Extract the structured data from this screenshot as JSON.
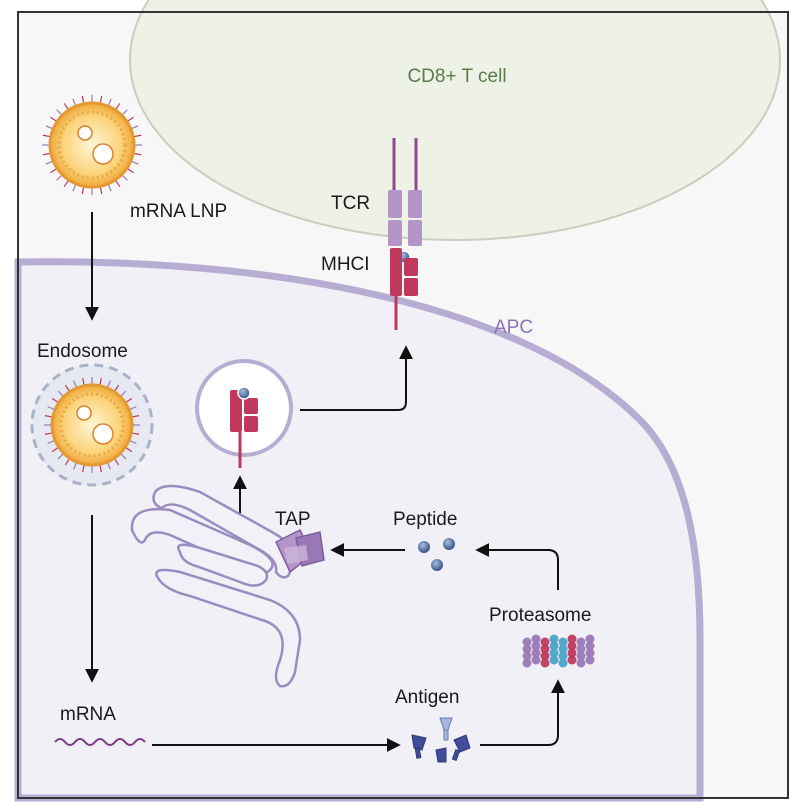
{
  "labels": {
    "tcell": "CD8+ T cell",
    "apc": "APC",
    "mrna_lnp": "mRNA LNP",
    "endosome": "Endosome",
    "mrna": "mRNA",
    "tcr": "TCR",
    "mhci": "MHCI",
    "tap": "TAP",
    "peptide": "Peptide",
    "proteasome": "Proteasome",
    "antigen": "Antigen"
  },
  "colors": {
    "frame": "#333333",
    "tcell_fill": "#eef1e6",
    "tcell_stroke": "#c9cfbd",
    "tcell_text": "#5c7a4c",
    "apc_fill": "#f1f0f6",
    "apc_stroke": "#b7acd2",
    "apc_text": "#8f70b8",
    "tcr": "#b594c8",
    "mhc": "#c0395c",
    "peptide": "#3e5b90",
    "lnp_core": "#f3b23c",
    "lnp_lipid": "#d9832b",
    "mrna": "#7a3c80",
    "antigen": "#3f4d9c",
    "arrow": "#111111"
  }
}
